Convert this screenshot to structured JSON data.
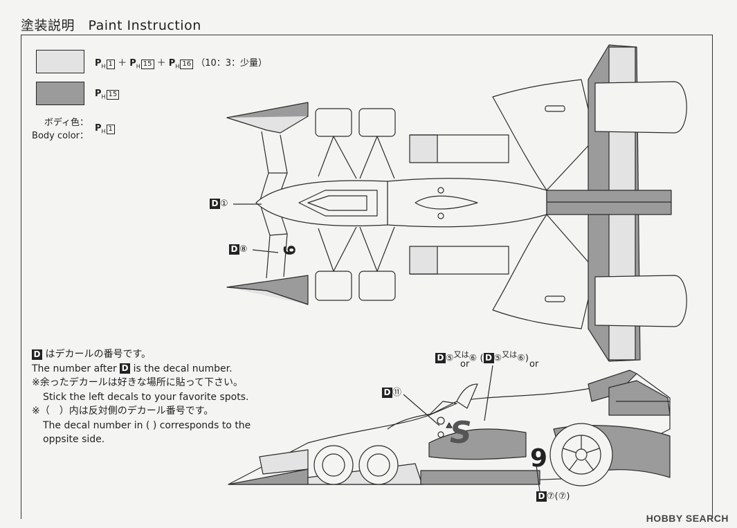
{
  "header": {
    "title": "塗装説明　Paint Instruction"
  },
  "colors": {
    "light_grey": "#e3e3e3",
    "dark_grey": "#9b9b9b",
    "line": "#2a2a2a"
  },
  "paint_list": [
    {
      "ph_label": "PH",
      "parts": [
        {
          "num": "1"
        },
        {
          "sep": "＋"
        },
        {
          "ph": "PH"
        },
        {
          "num": "15"
        },
        {
          "sep": "＋"
        },
        {
          "ph": "PH"
        },
        {
          "num": "16"
        }
      ],
      "ratio": "（10：3：少量）"
    },
    {
      "ph_label": "PH",
      "num": "15"
    }
  ],
  "body_color": {
    "label_jp": "ボディ色：",
    "label_en": "Body color：",
    "ph_label": "PH",
    "num": "1"
  },
  "notes": {
    "line1_jp": "はデカールの番号です。",
    "line1_en_a": "The number after",
    "line1_en_b": "is the decal number.",
    "line2_jp": "※余ったデカールは好きな場所に貼って下さい。",
    "line2_en": "Stick the left decals to your favorite spots.",
    "line3_jp_a": "※（　）内は反対側のデカール番号です。",
    "line3_en_a": "The decal number in ( ) corresponds to the",
    "line3_en_b": "oppsite side."
  },
  "decal_letter": "D",
  "callouts": {
    "d1": "①",
    "d8": "⑧",
    "d11": "⑪",
    "d5_a": "⑤",
    "d5_a_alt": "又は",
    "d6_a": "⑥",
    "d5_b": "(",
    "d5_b_num": "⑤",
    "d5_b_alt": "又は",
    "d6_b": "⑥)",
    "or": "or",
    "d7": "⑦",
    "d7_paren": "(⑦)"
  },
  "decal_marks": {
    "top_number": "9",
    "side_number": "9",
    "side_letter": "S"
  },
  "watermark": "HOBBY SEARCH"
}
